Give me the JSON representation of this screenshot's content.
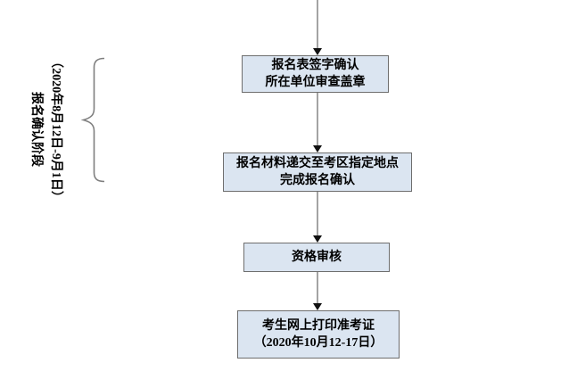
{
  "page": {
    "background": "#ffffff"
  },
  "colors": {
    "box_fill": "#dbe5f1",
    "box_border": "#6e6e6e",
    "connector": "#a3a3a3",
    "arrowhead": "#111111",
    "text": "#000000",
    "brace": "#7f7f7f"
  },
  "stage_label": {
    "date": "（2020年8月12日-9月1日）",
    "name": "报名确认阶段"
  },
  "icons": {
    "brace": "left-curly-brace",
    "arrow": "down-arrowhead"
  },
  "flowchart": {
    "nodes": [
      {
        "id": "sign-confirm",
        "lines": [
          "报名表签字确认",
          "所在单位审查盖章"
        ]
      },
      {
        "id": "submit-materials",
        "lines": [
          "报名材料递交至考区指定地点",
          "完成报名确认"
        ]
      },
      {
        "id": "qualification-review",
        "lines": [
          "资格审核"
        ]
      },
      {
        "id": "print-admission",
        "lines": [
          "考生网上打印准考证",
          "（2020年10月12-17日）"
        ]
      }
    ]
  }
}
